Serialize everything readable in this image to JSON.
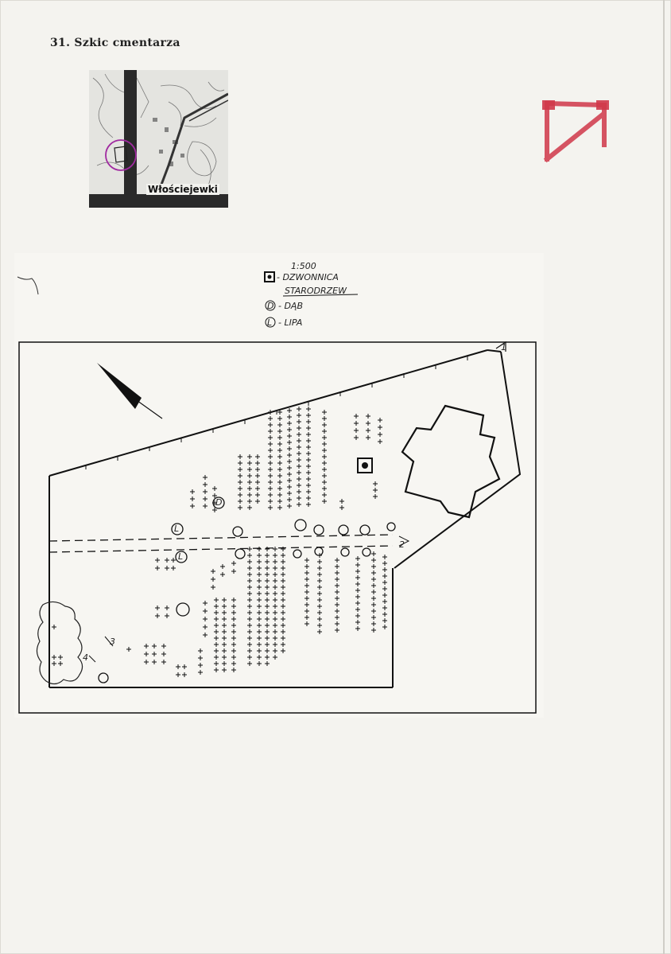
{
  "heading": "31. Szkic cmentarza",
  "map": {
    "place_label": "Włościejewki",
    "marker_color": "#a02aa0"
  },
  "stamp": {
    "color": "#d0384a",
    "icon": "north-arrow-stamp-icon"
  },
  "legend": {
    "scale": "1:500",
    "bell_tower": "- DZWONNICA",
    "old_tree": "STARODRZEW",
    "oak_symbol": "D",
    "oak": "- DĄB",
    "linden_symbol": "L",
    "linden": "- LIPA"
  },
  "sketch_labels": {
    "entrance_1": "1",
    "entrance_2": "2",
    "entrance_3": "3",
    "entrance_4": "4",
    "tree_oak": "D",
    "tree_linden_a": "L",
    "tree_linden_b": "L"
  },
  "colors": {
    "ink": "#1a1a1a",
    "paper": "#f4f3ef"
  }
}
